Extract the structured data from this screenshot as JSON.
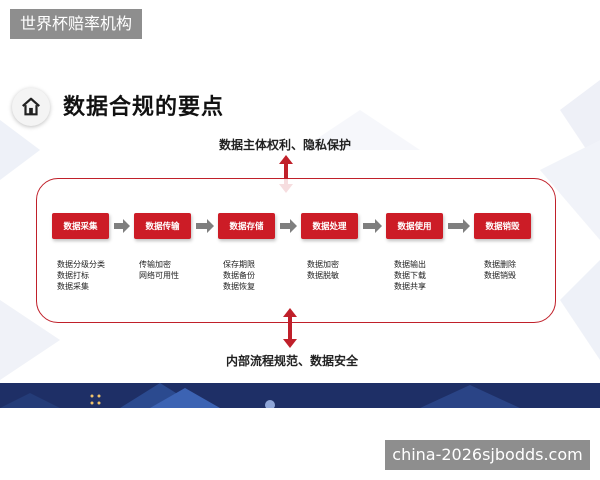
{
  "header_label": "世界杯赔率机构",
  "title": "数据合规的要点",
  "caption_top": "数据主体权利、隐私保护",
  "caption_bottom": "内部流程规范、数据安全",
  "watermark": "china-2026sjbodds.com",
  "colors": {
    "accent_red": "#cc1c26",
    "frame_red": "#c0202a",
    "arrow_gray": "#7f7f7f",
    "band_navy": "#1e2f66"
  },
  "icons": {
    "home": "home-icon",
    "flow_arrow": "right-arrow-icon",
    "double_arrow": "double-vertical-arrow-icon"
  },
  "steps": [
    {
      "label": "数据采集",
      "items": [
        "数据分级分类",
        "数据打标",
        "数据采集"
      ]
    },
    {
      "label": "数据传输",
      "items": [
        "传输加密",
        "网络可用性"
      ]
    },
    {
      "label": "数据存储",
      "items": [
        "保存期限",
        "数据备份",
        "数据恢复"
      ]
    },
    {
      "label": "数据处理",
      "items": [
        "数据加密",
        "数据脱敏"
      ]
    },
    {
      "label": "数据使用",
      "items": [
        "数据输出",
        "数据下载",
        "数据共享"
      ]
    },
    {
      "label": "数据销毁",
      "items": [
        "数据删除",
        "数据销毁"
      ]
    }
  ]
}
